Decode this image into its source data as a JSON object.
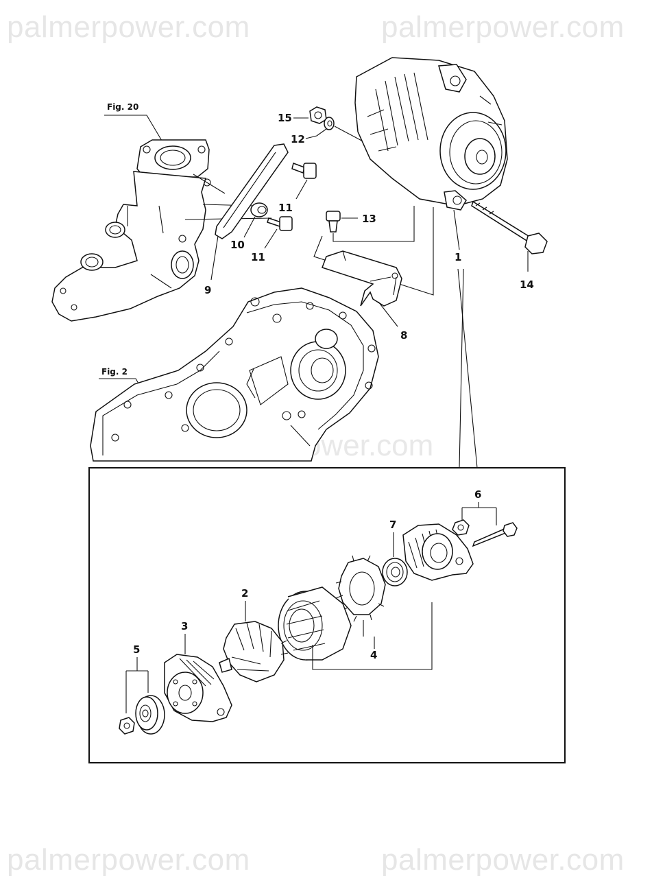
{
  "watermarks": {
    "top_left": "palmerpower.com",
    "top_right": "palmerpower.com",
    "middle": "palmerpower.com",
    "bottom_left": "palmerpower.com",
    "bottom_right": "palmerpower.com"
  },
  "figure_refs": {
    "water_pump": "Fig. 20",
    "gear_case": "Fig. 2"
  },
  "callouts": {
    "p1": "1",
    "p2": "2",
    "p3": "3",
    "p4": "4",
    "p5": "5",
    "p6": "6",
    "p7": "7",
    "p8": "8",
    "p9": "9",
    "p10": "10",
    "p11a": "11",
    "p11b": "11",
    "p12": "12",
    "p13": "13",
    "p14": "14",
    "p15": "15"
  }
}
